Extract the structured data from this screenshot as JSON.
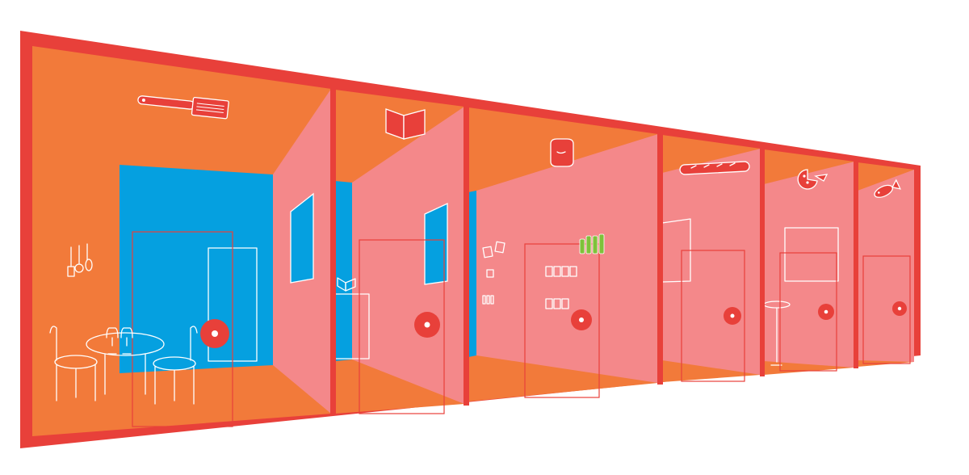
{
  "colors": {
    "frame": "#e8403a",
    "wall": "#f27a3a",
    "partition": "#f4888a",
    "blue": "#05a0e0",
    "line": "#ffffff",
    "hotspot": "#e8403a",
    "bottle": "#7ec13a"
  },
  "rooms": [
    {
      "id": "kitchen",
      "sign_icon": "spatula-icon"
    },
    {
      "id": "books",
      "sign_icon": "open-book-icon"
    },
    {
      "id": "grocery",
      "sign_icon": "paper-bag-icon"
    },
    {
      "id": "bakery",
      "sign_icon": "baguette-icon"
    },
    {
      "id": "pizza",
      "sign_icon": "pizza-icon"
    },
    {
      "id": "fish",
      "sign_icon": "fish-icon"
    }
  ]
}
